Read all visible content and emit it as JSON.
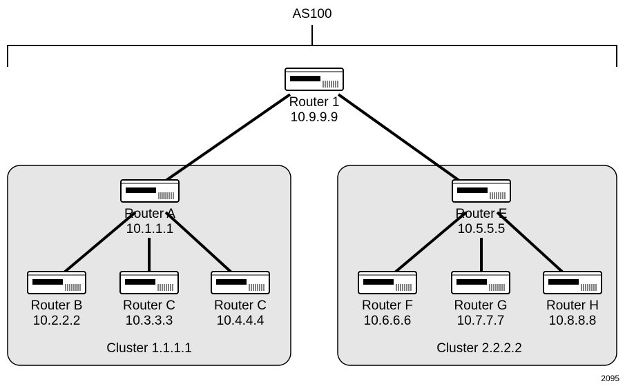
{
  "as_label": "AS100",
  "figure_id": "2095",
  "colors": {
    "cluster_fill": "#e6e6e6",
    "router_body": "#ffffff",
    "router_bar": "#000000",
    "line": "#000000"
  },
  "top_router": {
    "name": "Router 1",
    "ip": "10.9.9.9",
    "icon": "router-icon"
  },
  "clusters": [
    {
      "label": "Cluster 1.1.1.1",
      "reflector": {
        "name": "Router A",
        "ip": "10.1.1.1",
        "icon": "router-icon"
      },
      "clients": [
        {
          "name": "Router B",
          "ip": "10.2.2.2",
          "icon": "router-icon"
        },
        {
          "name": "Router C",
          "ip": "10.3.3.3",
          "icon": "router-icon"
        },
        {
          "name": "Router C",
          "ip": "10.4.4.4",
          "icon": "router-icon"
        }
      ]
    },
    {
      "label": "Cluster 2.2.2.2",
      "reflector": {
        "name": "Router E",
        "ip": "10.5.5.5",
        "icon": "router-icon"
      },
      "clients": [
        {
          "name": "Router F",
          "ip": "10.6.6.6",
          "icon": "router-icon"
        },
        {
          "name": "Router G",
          "ip": "10.7.7.7",
          "icon": "router-icon"
        },
        {
          "name": "Router H",
          "ip": "10.8.8.8",
          "icon": "router-icon"
        }
      ]
    }
  ]
}
